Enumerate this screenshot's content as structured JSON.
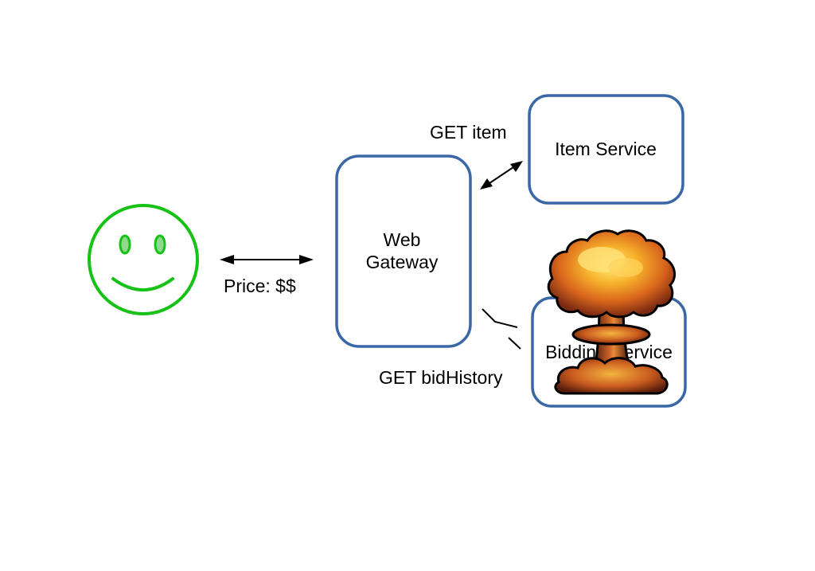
{
  "colors": {
    "box_border": "#3a67a6",
    "smiley": "#16c216",
    "smiley_eye_fill": "#8fd98f",
    "arrow": "#000000",
    "text": "#000000"
  },
  "user": {
    "icon": "smiley-face-icon"
  },
  "client_link": {
    "label": "Price: $$"
  },
  "gateway": {
    "line1": "Web",
    "line2": "Gateway"
  },
  "item_service": {
    "label": "Item Service",
    "request_label": "GET item"
  },
  "bidding_service": {
    "label": "Bidding Service",
    "request_label": "GET bidHistory",
    "status_icon": "mushroom-cloud-explosion-icon"
  }
}
